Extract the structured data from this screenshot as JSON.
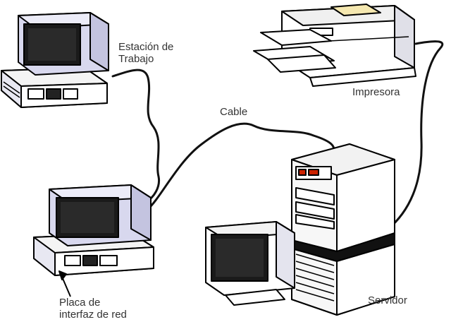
{
  "labels": {
    "workstation_line1": "Estación de",
    "workstation_line2": "Trabajo",
    "printer": "Impresora",
    "cable": "Cable",
    "server": "Servidor",
    "nic_line1": "Placa de",
    "nic_line2": "interfaz de red"
  },
  "colors": {
    "screen": "#1a1a1a",
    "bezel": "#d8d8ee",
    "case": "#ffffff",
    "outline": "#000000",
    "server_led": "#cc2200",
    "printer_paper": "#f5e8b0"
  },
  "icons": [
    "workstation-icon",
    "workstation-nic-icon",
    "printer-icon",
    "server-icon",
    "monitor-icon"
  ]
}
